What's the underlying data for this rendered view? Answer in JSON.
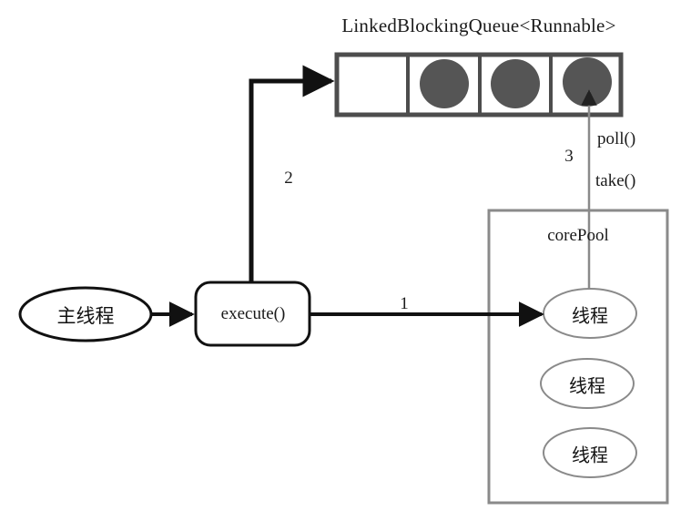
{
  "diagram": {
    "title": "LinkedBlockingQueue<Runnable>",
    "queue": {
      "name": "linked-blocking-queue",
      "cells": [
        {
          "filled": false
        },
        {
          "filled": true
        },
        {
          "filled": true
        },
        {
          "filled": true
        }
      ],
      "task_color": "#555555",
      "border_color": "#4d4d4d"
    },
    "main_thread": {
      "label": "主线程"
    },
    "execute_box": {
      "label": "execute()"
    },
    "core_pool": {
      "label": "corePool",
      "threads": [
        {
          "label": "线程"
        },
        {
          "label": "线程"
        },
        {
          "label": "线程"
        }
      ],
      "border_color": "#808080"
    },
    "edges": [
      {
        "name": "edge-submit-to-pool",
        "label": "1"
      },
      {
        "name": "edge-execute-to-queue",
        "label": "2"
      },
      {
        "name": "edge-thread-to-queue",
        "label": "3"
      }
    ],
    "annotations": {
      "poll": "poll()",
      "take": "take()"
    },
    "colors": {
      "stroke_dark": "#111111",
      "stroke_gray": "#808080",
      "task_fill": "#555555",
      "background": "#ffffff"
    }
  }
}
